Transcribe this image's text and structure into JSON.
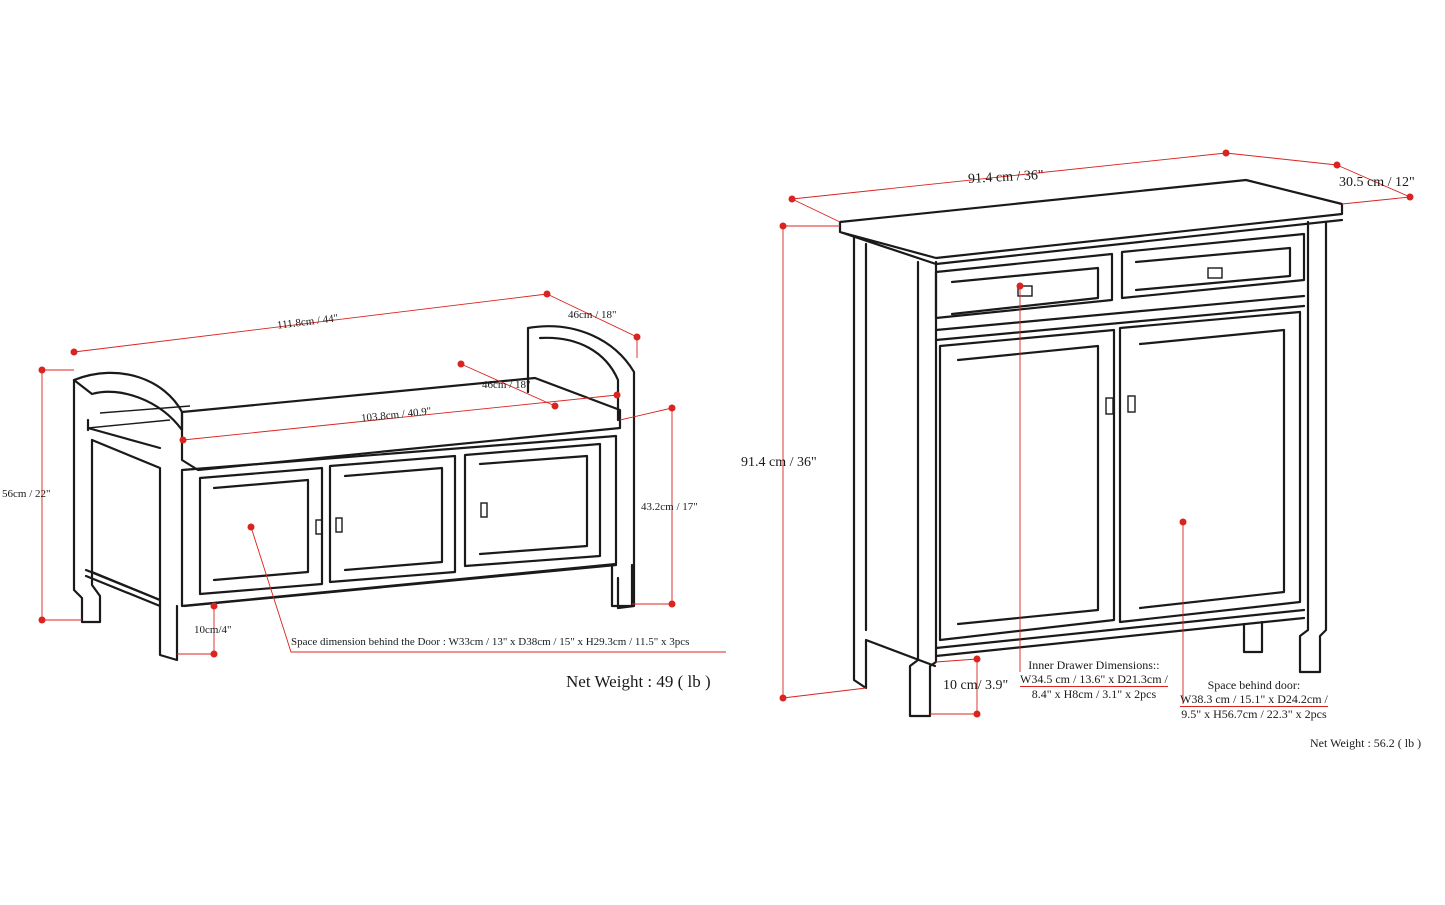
{
  "colors": {
    "dimension_line": "#d9241f",
    "outline": "#1a1a1a",
    "background": "#ffffff"
  },
  "bench": {
    "width_label": "111.8cm / 44\"",
    "depth_label": "46cm / 18\"",
    "seat_depth_label": "46cm / 18\"",
    "seat_width_label": "103.8cm / 40.9\"",
    "total_height_label": "56cm / 22\"",
    "seat_height_label": "43.2cm / 17\"",
    "clearance_label": "10cm/4\"",
    "space_note": "Space dimension behind the Door  : W33cm / 13\" x D38cm / 15\" x H29.3cm / 11.5\" x 3pcs",
    "net_weight": "Net Weight : 49 ( lb )"
  },
  "cabinet": {
    "width_label": "91.4 cm / 36\"",
    "depth_label": "30.5 cm / 12\"",
    "height_label": "91.4 cm / 36\"",
    "clearance_label": "10 cm/ 3.9\"",
    "drawer_note": {
      "title": "Inner Drawer Dimensions::",
      "line1": "W34.5 cm / 13.6\" x D21.3cm /",
      "line2": "8.4\" x H8cm / 3.1\" x 2pcs"
    },
    "door_note": {
      "title": "Space behind door:",
      "line1": "W38.3 cm / 15.1\" x D24.2cm /",
      "line2": "9.5\" x H56.7cm / 22.3\" x 2pcs"
    },
    "net_weight": "Net Weight : 56.2 ( lb )"
  }
}
